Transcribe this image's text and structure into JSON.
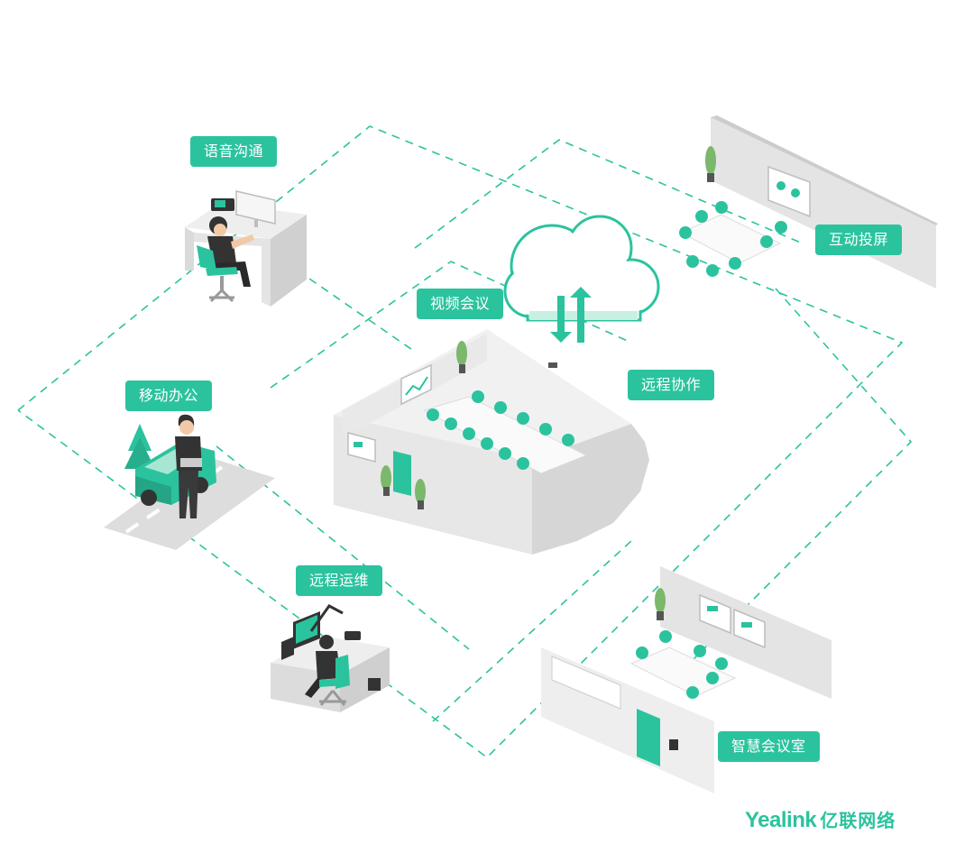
{
  "colors": {
    "accent": "#2bc39e",
    "accent_light": "#c7f0e3",
    "wall": "#e2e2e2",
    "wall_dark": "#c8c8c8",
    "desk": "#eeeeee",
    "skin": "#f2c9a7",
    "dark": "#333333",
    "white": "#ffffff"
  },
  "labels": {
    "voice": "语音沟通",
    "video": "视频会议",
    "mobile": "移动办公",
    "remote_ops": "远程运维",
    "screen": "互动投屏",
    "collab": "远程协作",
    "smart_room": "智慧会议室"
  },
  "logo": {
    "brand_en": "Yealink",
    "brand_cn": "亿联网络"
  }
}
